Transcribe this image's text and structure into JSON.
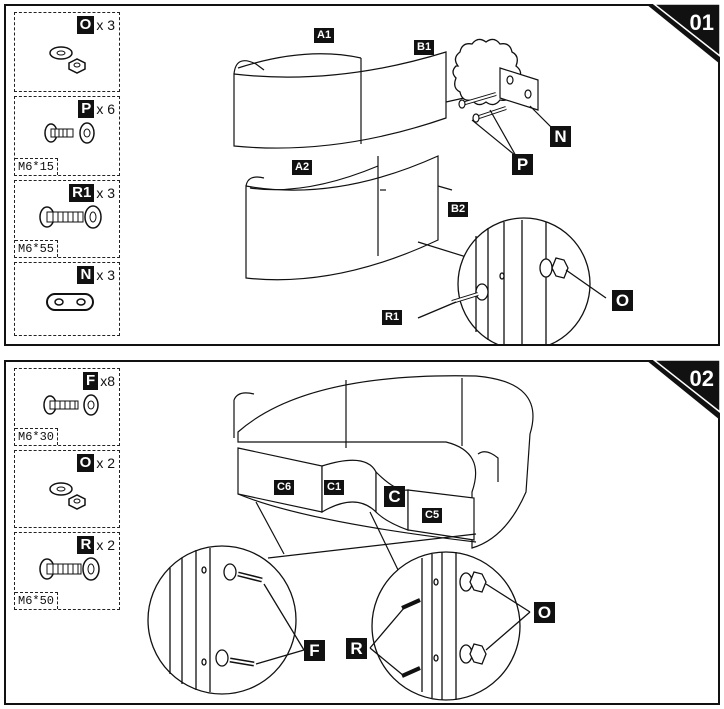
{
  "steps": [
    {
      "number": "01",
      "parts": [
        {
          "letter": "O",
          "qty": "x 3",
          "size": ""
        },
        {
          "letter": "P",
          "qty": "x 6",
          "size": "M6*15"
        },
        {
          "letter": "R1",
          "qty": "x 3",
          "size": "M6*55"
        },
        {
          "letter": "N",
          "qty": "x 3",
          "size": ""
        }
      ],
      "labels": {
        "a1": "A1",
        "b1": "B1",
        "a2": "A2",
        "b2": "B2",
        "n": "N",
        "p": "P",
        "r1": "R1",
        "o": "O"
      }
    },
    {
      "number": "02",
      "parts": [
        {
          "letter": "F",
          "qty": "x8",
          "size": "M6*30"
        },
        {
          "letter": "O",
          "qty": "x 2",
          "size": ""
        },
        {
          "letter": "R",
          "qty": "x 2",
          "size": "M6*50"
        }
      ],
      "labels": {
        "c6": "C6",
        "c1": "C1",
        "c": "C",
        "c5": "C5",
        "f": "F",
        "r": "R",
        "o": "O"
      }
    }
  ],
  "colors": {
    "ink": "#111111",
    "paper": "#ffffff",
    "grey": "#cccccc"
  }
}
